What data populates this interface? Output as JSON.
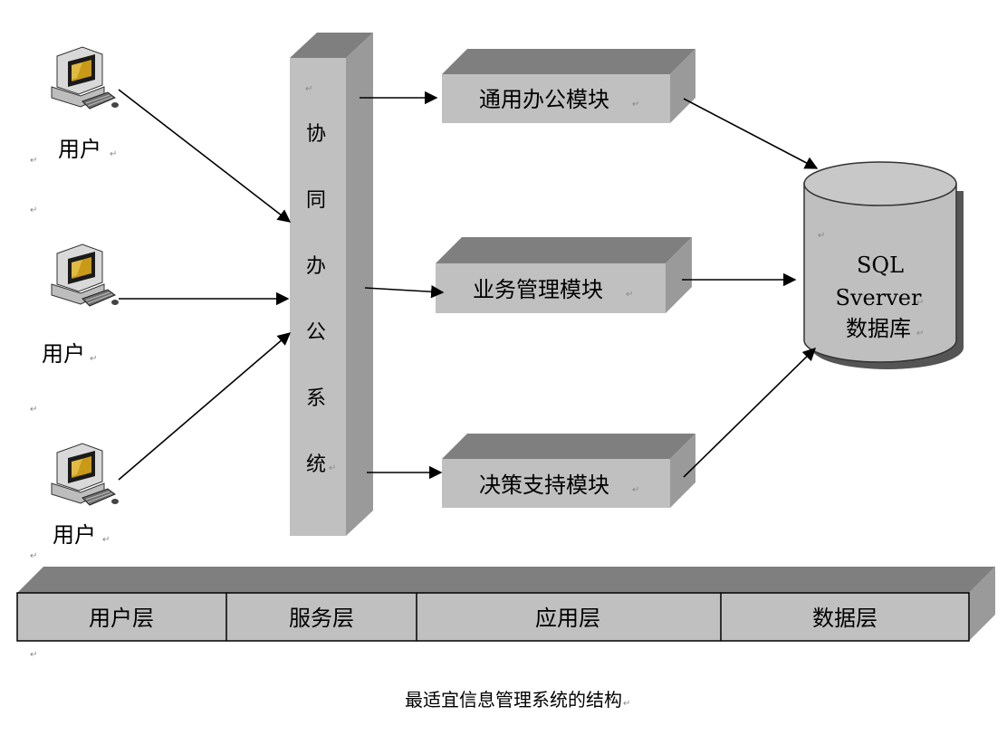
{
  "users": [
    {
      "label": "用户"
    },
    {
      "label": "用户"
    },
    {
      "label": "用户"
    }
  ],
  "system": {
    "chars": [
      "协",
      "同",
      "办",
      "公",
      "系",
      "统"
    ]
  },
  "modules": [
    {
      "label": "通用办公模块"
    },
    {
      "label": "业务管理模块"
    },
    {
      "label": "决策支持模块"
    }
  ],
  "database": {
    "line1": "SQL",
    "line2": "Sverver",
    "line3": "数据库"
  },
  "layers": [
    {
      "label": "用户层"
    },
    {
      "label": "服务层"
    },
    {
      "label": "应用层"
    },
    {
      "label": "数据层"
    }
  ],
  "caption": "最适宜信息管理系统的结构",
  "colors": {
    "face": "#c0c0c0",
    "top": "#7f7f7f",
    "side": "#9a9a9a",
    "cylinder": "#bfbfbf"
  }
}
